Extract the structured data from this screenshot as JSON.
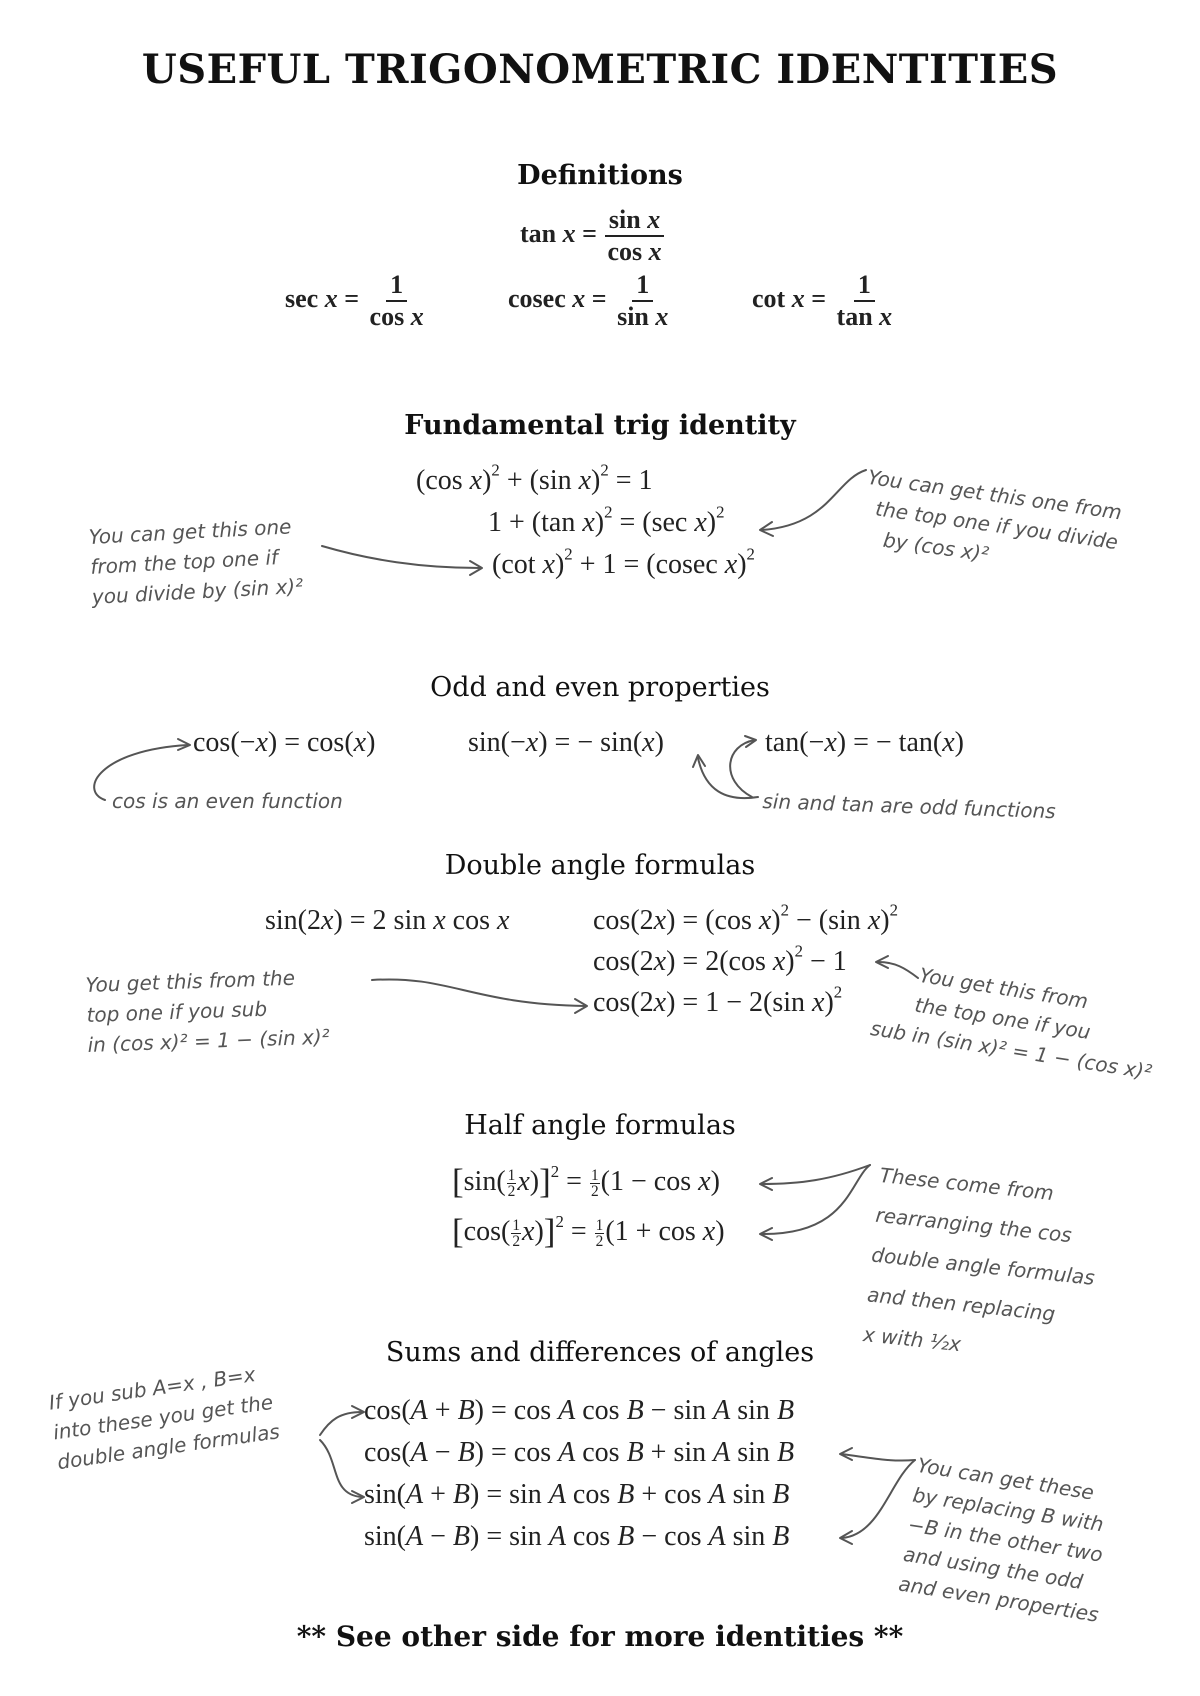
{
  "title": "USEFUL TRIGONOMETRIC IDENTITIES",
  "sections": {
    "definitions": "Definitions",
    "fundamental": "Fundamental trig identity",
    "odd_even": "Odd and even properties",
    "double_angle": "Double angle formulas",
    "half_angle": "Half angle formulas",
    "sums": "Sums and differences of angles"
  },
  "footer": "** See other side for more identities **",
  "notes": {
    "fund_right_1": "You can get this one from",
    "fund_right_2": "the top one if you divide",
    "fund_right_3": "by (cos x)²",
    "fund_left_1": "You can get this one",
    "fund_left_2": "from the top one if",
    "fund_left_3": "you divide by (sin x)²",
    "cos_even": "cos is an even function",
    "sin_tan_odd": "sin and tan are odd functions",
    "double_left_1": "You get this from the",
    "double_left_2": "top one if you sub",
    "double_left_3": "in (cos x)² = 1 − (sin x)²",
    "double_right_1": "You get this from",
    "double_right_2": "the top one if you",
    "double_right_3": "sub in (sin x)² = 1 − (cos x)²",
    "half_1": "These come from",
    "half_2": "rearranging the cos",
    "half_3": "double angle formulas",
    "half_4": "and then replacing",
    "half_5": "x with ½x",
    "sums_left_1": "If you sub A=x , B=x",
    "sums_left_2": "into these you get the",
    "sums_left_3": "double angle formulas",
    "sums_right_1": "You can get these",
    "sums_right_2": "by replacing B with",
    "sums_right_3": "−B in the other two",
    "sums_right_4": "and using the odd",
    "sums_right_5": "and even properties"
  }
}
